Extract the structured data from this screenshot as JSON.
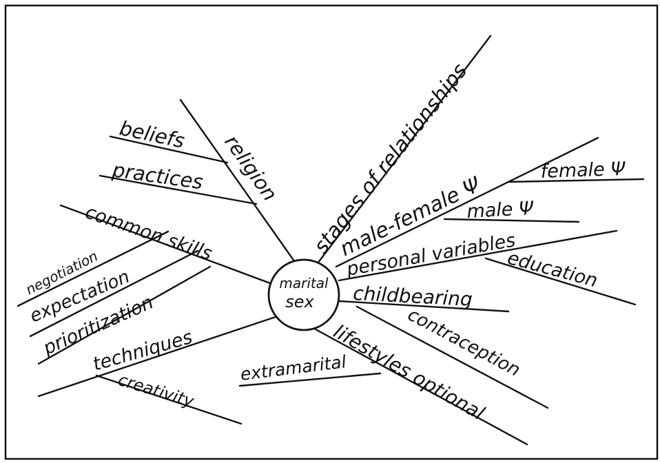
{
  "center": {
    "line1": "marital",
    "line2": "sex"
  },
  "labels": {
    "stages_of_relationships": "stages of relationships",
    "religion": "religion",
    "beliefs": "beliefs",
    "practices": "practices",
    "male_female": "male-female Ψ",
    "female": "female Ψ",
    "male": "male Ψ",
    "personal_variables": "personal variables",
    "education": "education",
    "childbearing": "childbearing",
    "contraception": "contraception",
    "lifestyles_optional": "lifestyles optional",
    "extramarital": "extramarital",
    "common_skills": "common skills",
    "negotiation": "negotiation",
    "expectation": "expectation",
    "prioritization": "prioritization",
    "techniques": "techniques",
    "creativity": "creativity"
  }
}
